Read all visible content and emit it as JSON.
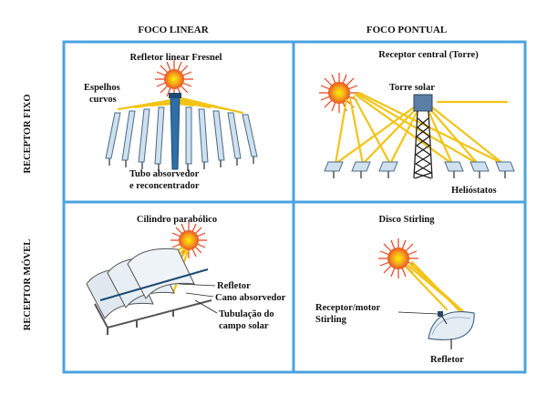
{
  "columns": {
    "linear": "FOCO LINEAR",
    "point": "FOCO PONTUAL"
  },
  "rows": {
    "fixed": "RECEPTOR FIXO",
    "mobile": "RECEPTOR MÓVEL"
  },
  "panels": {
    "fresnel": {
      "title": "Refletor linear Fresnel",
      "labels": [
        "Espelhos",
        "curvos",
        "Tubo absorvedor",
        "e reconcentrador"
      ]
    },
    "tower": {
      "title": "Receptor central (Torre)",
      "labels": [
        "Torre solar",
        "Helióstatos"
      ]
    },
    "trough": {
      "title": "Cilindro parabólico",
      "labels": [
        "Refletor",
        "Cano absorvedor",
        "Tubulação do",
        "campo solar"
      ]
    },
    "dish": {
      "title": "Disco Stirling",
      "labels": [
        "Receptor/motor",
        "Stirling",
        "Refletor"
      ]
    }
  },
  "colors": {
    "grid": "#4aa3df",
    "sun_core": "#f7941d",
    "sun_rays": "#e8411e",
    "light_rays": "#f2c417"
  }
}
